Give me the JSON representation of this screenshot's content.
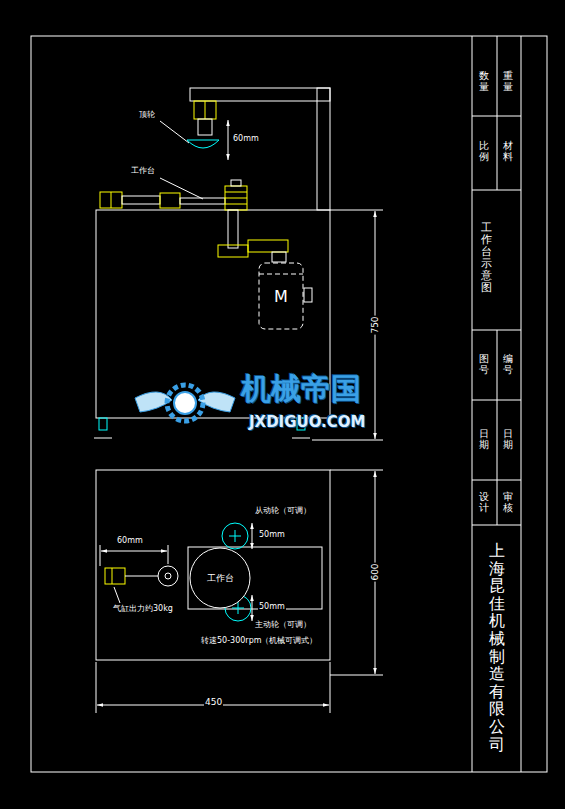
{
  "diagram": {
    "nodes": [
      {
        "text": [
          "M"
        ]
      },
      {
        "text": [
          "工作台"
        ]
      }
    ],
    "labels": [
      "顶轮",
      "60mm",
      "工作台",
      "750",
      "机械帝国",
      "JXDIGUO.COM",
      "从动轮（可调）",
      "50mm",
      "60mm",
      "气缸出力约30kg",
      "50mm",
      "主动轮（可调）",
      "转速50-300rpm（机械可调式）",
      "600",
      "450",
      "数量",
      "重量",
      "比例",
      "材料",
      "工作台示意图",
      "图号",
      "编号",
      "日期",
      "日期",
      "设计",
      "审核",
      "上海昆佳机械制造有限公司"
    ]
  }
}
